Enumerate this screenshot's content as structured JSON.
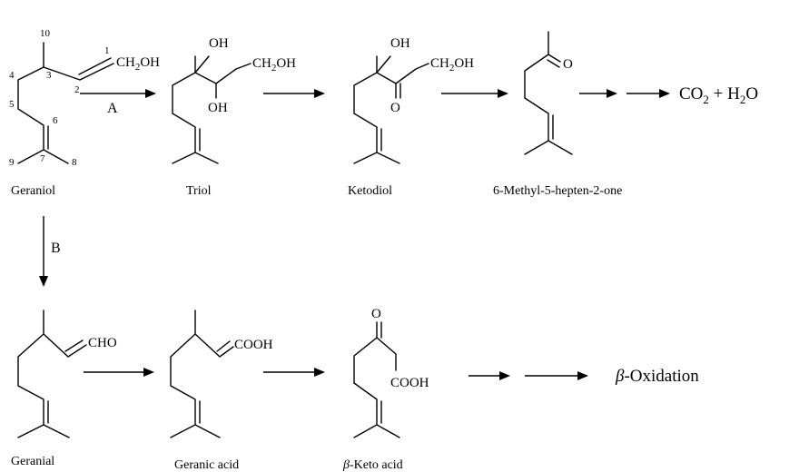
{
  "atoms": {
    "oh": "OH",
    "ch2": "CH",
    "ch2_sub": "2",
    "o": "O",
    "cho": "CHO",
    "cooh": "COOH"
  },
  "numbering": [
    "1",
    "2",
    "3",
    "4",
    "5",
    "6",
    "7",
    "8",
    "9",
    "10"
  ],
  "steps": {
    "a": "A",
    "b": "B"
  },
  "products": {
    "co2_a": "CO",
    "co2_sub": "2",
    "plus": " + H",
    "h2o_sub": "2",
    "h2o_b": "O",
    "beta": "β",
    "beta_oxidation": "-Oxidation"
  },
  "compounds": {
    "geraniol": "Geraniol",
    "triol": "Triol",
    "ketodiol": "Ketodiol",
    "methylheptenone": "6-Methyl-5-hepten-2-one",
    "geranial": "Geranial",
    "geranic_acid": "Geranic acid",
    "keto_acid_beta": "β",
    "keto_acid": "-Keto acid"
  }
}
